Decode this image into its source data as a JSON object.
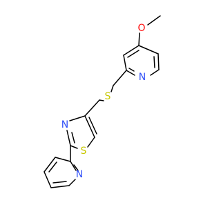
{
  "diagram": {
    "type": "chemical-structure",
    "background": "#ffffff",
    "bond_color": "#000000",
    "atom_colors": {
      "O": "#ff0d0d",
      "N": "#3050f8",
      "S": "#c8c800"
    },
    "atoms": [
      {
        "id": "o-methoxy",
        "element": "O",
        "label": "O"
      },
      {
        "id": "n-methoxypyridine",
        "element": "N",
        "label": "N"
      },
      {
        "id": "s-thioether",
        "element": "S",
        "label": "S"
      },
      {
        "id": "n-thiazole",
        "element": "N",
        "label": "N"
      },
      {
        "id": "s-thiazole",
        "element": "S",
        "label": "S"
      },
      {
        "id": "n-pyridyl",
        "element": "N",
        "label": "N"
      }
    ]
  }
}
